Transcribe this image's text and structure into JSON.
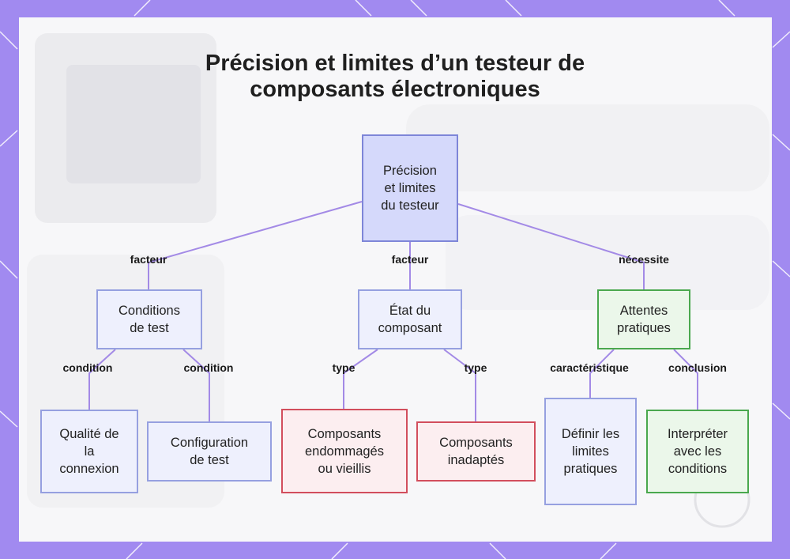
{
  "title_lines": [
    "Précision et limites d’un testeur de",
    "composants électroniques"
  ],
  "nodes": {
    "root": [
      "Précision",
      "et limites",
      "du testeur"
    ],
    "conditions": [
      "Conditions",
      "de test"
    ],
    "etat": [
      "État du",
      "composant"
    ],
    "attentes": [
      "Attentes",
      "pratiques"
    ],
    "qualite": [
      "Qualité de",
      "la",
      "connexion"
    ],
    "configuration": [
      "Configuration",
      "de test"
    ],
    "endommages": [
      "Composants",
      "endommagés",
      "ou vieillis"
    ],
    "inadaptes": [
      "Composants",
      "inadaptés"
    ],
    "definir": [
      "Définir les",
      "limites",
      "pratiques"
    ],
    "interpreter": [
      "Interpréter",
      "avec les",
      "conditions"
    ]
  },
  "edge_labels": {
    "root_conditions": "facteur",
    "root_etat": "facteur",
    "root_attentes": "nécessite",
    "conditions_qualite": "condition",
    "conditions_configuration": "condition",
    "etat_endommages": "type",
    "etat_inadaptes": "type",
    "attentes_definir": "caractéristique",
    "attentes_interpreter": "conclusion"
  },
  "colors": {
    "frame": "#a18af0",
    "edge": "#a38ae6",
    "root_fill": "#d5d9fb",
    "blue_border": "#96a0e0",
    "red_border": "#d24e5d",
    "green_border": "#4aa84e"
  }
}
